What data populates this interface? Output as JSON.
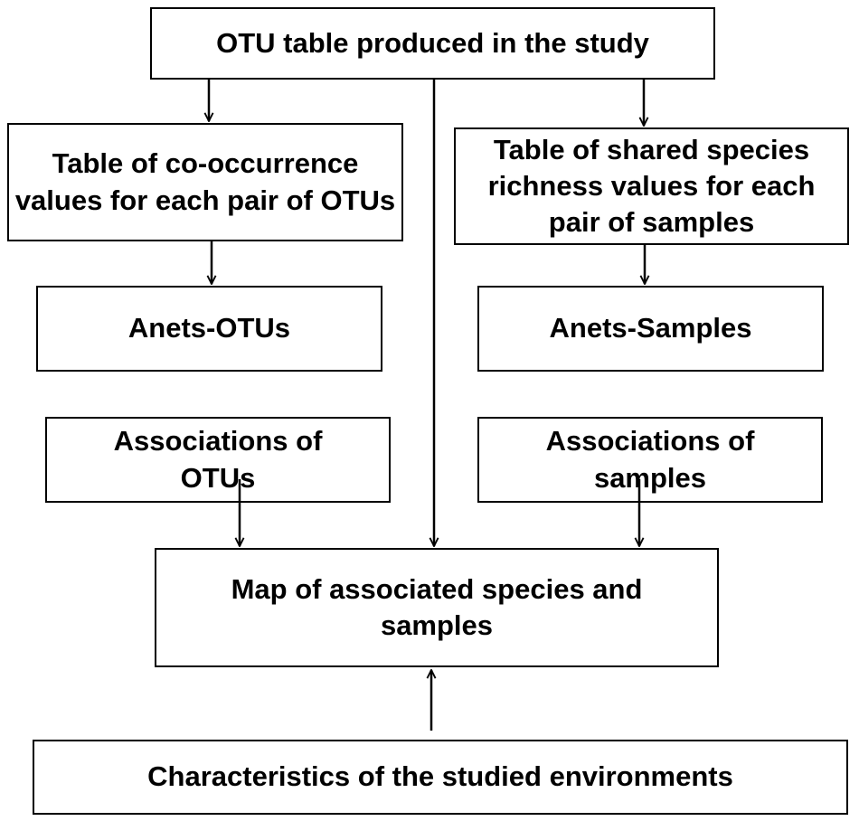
{
  "nodes": {
    "otu_table": "OTU table produced in the study",
    "cooccurrence_table": "Table of co-occurrence values for each pair of OTUs",
    "shared_richness_table": "Table of shared species richness values for each pair of samples",
    "anets_otus": "Anets-OTUs",
    "anets_samples": "Anets-Samples",
    "associations_otus": "Associations of OTUs",
    "associations_samples": "Associations of samples",
    "map": "Map of associated species and samples",
    "characteristics": "Characteristics of the studied environments"
  },
  "edges": [
    {
      "from": "otu_table",
      "to": "cooccurrence_table"
    },
    {
      "from": "otu_table",
      "to": "shared_richness_table"
    },
    {
      "from": "otu_table",
      "to": "map"
    },
    {
      "from": "cooccurrence_table",
      "to": "anets_otus"
    },
    {
      "from": "shared_richness_table",
      "to": "anets_samples"
    },
    {
      "from": "associations_otus",
      "to": "map"
    },
    {
      "from": "associations_samples",
      "to": "map"
    },
    {
      "from": "characteristics",
      "to": "map"
    }
  ]
}
